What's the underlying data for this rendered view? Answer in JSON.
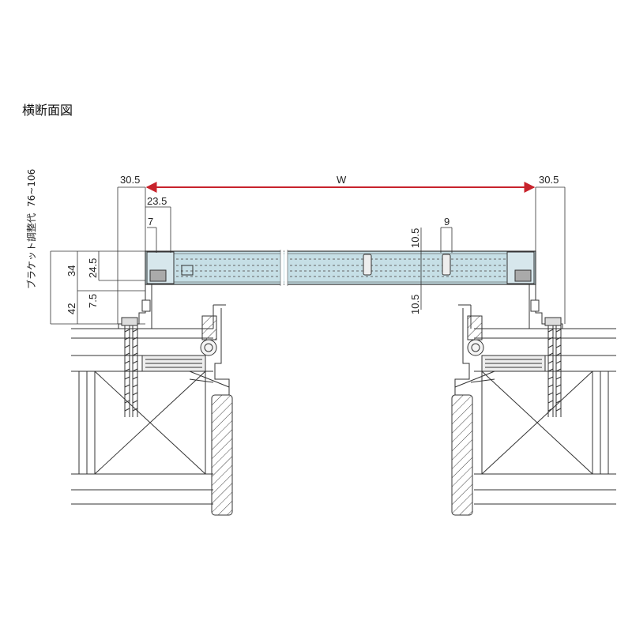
{
  "title": "横断面図",
  "bracket_label": "ブラケット調整代",
  "bracket_range": "76~106",
  "dimensions": {
    "width": "W",
    "left_margin": "30.5",
    "right_margin": "30.5",
    "d23_5": "23.5",
    "d7": "7",
    "d9": "9",
    "d10_5_top": "10.5",
    "d10_5_bottom": "10.5",
    "d34": "34",
    "d24_5": "24.5",
    "d7_5": "7.5",
    "d42": "42"
  },
  "colors": {
    "width_arrow": "#c8232c",
    "panel_fill": "#c6dfe6",
    "line": "#333333",
    "wood": "#555555"
  }
}
